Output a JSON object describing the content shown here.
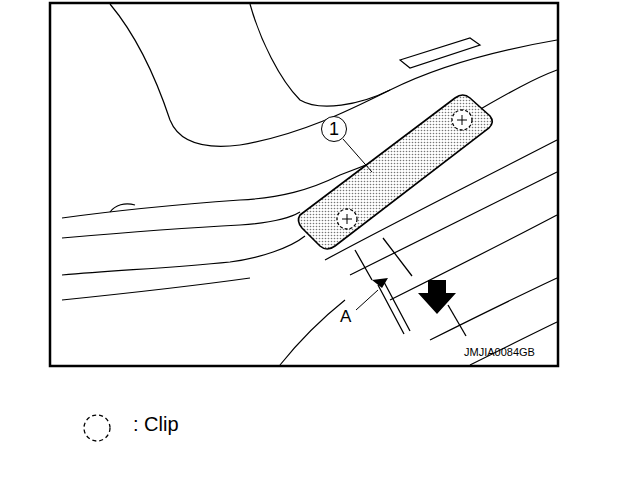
{
  "diagram": {
    "nodes": [
      {
        "text": [
          "1"
        ]
      }
    ],
    "labels": [
      "A",
      "JMJIA0084GB"
    ],
    "legend": [
      {
        "text": ": Clip"
      }
    ]
  }
}
